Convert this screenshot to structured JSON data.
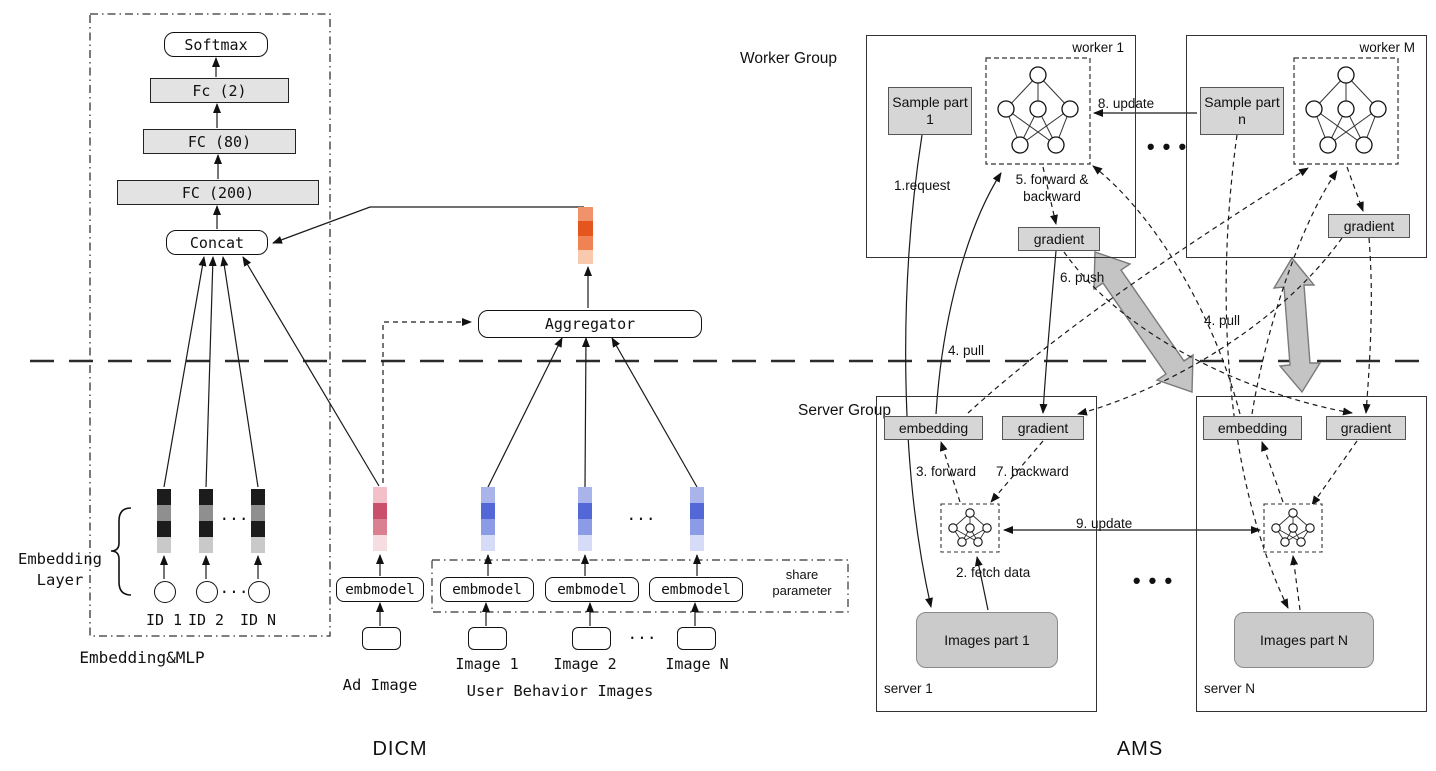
{
  "dicm": {
    "title": "DICM",
    "softmax": "Softmax",
    "fc2": "Fc (2)",
    "fc80": "FC (80)",
    "fc200": "FC (200)",
    "concat": "Concat",
    "aggregator": "Aggregator",
    "embmodel": "embmodel",
    "embedding_layer": "Embedding Layer",
    "embedding_mlp": "Embedding&MLP",
    "ids": [
      "ID 1",
      "ID 2",
      "ID N"
    ],
    "dots": "...",
    "ad_image": "Ad Image",
    "images": [
      "Image 1",
      "Image 2",
      "Image N"
    ],
    "user_behavior": "User Behavior Images",
    "share_parameter": "share parameter",
    "bars": {
      "id": [
        "#1c1c1c",
        "#8f8f8f",
        "#1c1c1c",
        "#c9c9c9"
      ],
      "ad": [
        "#f3c0ca",
        "#c94f6b",
        "#da8090",
        "#f6dde1"
      ],
      "aggregated": [
        "#f0936a",
        "#e5561e",
        "#ef8354",
        "#f8c9ac"
      ],
      "behavior": [
        "#a8b4ea",
        "#5168d6",
        "#8b9be6",
        "#d6dcf7"
      ]
    }
  },
  "ams": {
    "title": "AMS",
    "worker_group": "Worker Group",
    "server_group": "Server Group",
    "worker1": "worker 1",
    "workerM": "worker M",
    "sample_part_1": "Sample part 1",
    "sample_part_n": "Sample part n",
    "gradient": "gradient",
    "embedding": "embedding",
    "images_part_1": "Images part 1",
    "images_part_N": "Images part N",
    "server1": "server 1",
    "serverN": "server N",
    "dots": "• • •",
    "steps": {
      "s1": "1.request",
      "s2": "2. fetch data",
      "s3": "3. forward",
      "s4": "4. pull",
      "s5": "5. forward & backward",
      "s6": "6. push",
      "s7": "7. backward",
      "s8": "8. update",
      "s9": "9. update"
    }
  }
}
